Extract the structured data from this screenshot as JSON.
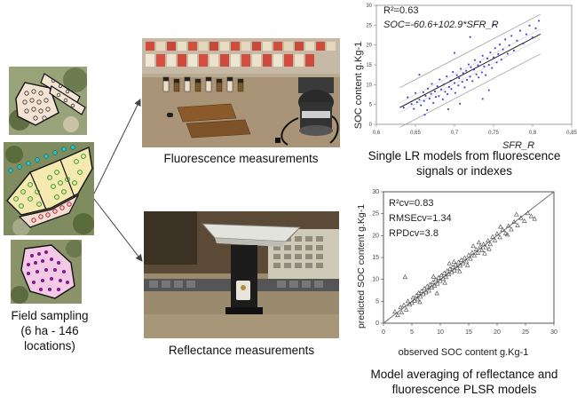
{
  "field": {
    "caption_line1": "Field sampling",
    "caption_line2": "(6 ha -  146 locations)"
  },
  "fluorescence": {
    "caption": "Fluorescence measurements"
  },
  "reflectance": {
    "caption": "Reflectance measurements"
  },
  "chart_top": {
    "r2": "R²=0.63",
    "equation": "SOC=-60.6+102.9*SFR_R",
    "caption_line1": "Single LR models from fluorescence",
    "caption_line2": "signals or indexes"
  },
  "chart_bottom": {
    "stat1": "R²cv=0.83",
    "stat2": "RMSEcv=1.34",
    "stat3": "RPDcv=3.8",
    "caption_line1": "Model averaging of reflectance and",
    "caption_line2": "fluorescence PLSR models"
  },
  "chart_data": [
    {
      "type": "scatter",
      "xlabel": "SFR_R",
      "ylabel": "SOC content g.Kg-1",
      "xlim": [
        0.6,
        0.85
      ],
      "ylim": [
        0,
        30
      ],
      "xticks": [
        "0,6",
        "0,65",
        "0,7",
        "0,75",
        "0,8",
        "0,85"
      ],
      "yticks": [
        "0",
        "5",
        "10",
        "15",
        "20",
        "25",
        "30"
      ],
      "fit": {
        "intercept": -60.6,
        "slope": 102.9,
        "x_range": [
          0.63,
          0.81
        ]
      },
      "color": "#3333cc",
      "points": [
        [
          0.635,
          4.2
        ],
        [
          0.64,
          6.8
        ],
        [
          0.645,
          5.1
        ],
        [
          0.648,
          3.9
        ],
        [
          0.65,
          7.9
        ],
        [
          0.652,
          5.6
        ],
        [
          0.655,
          6.2
        ],
        [
          0.657,
          4.8
        ],
        [
          0.66,
          8.1
        ],
        [
          0.661,
          5.9
        ],
        [
          0.663,
          7.2
        ],
        [
          0.665,
          3.6
        ],
        [
          0.666,
          9.0
        ],
        [
          0.668,
          6.5
        ],
        [
          0.67,
          7.7
        ],
        [
          0.671,
          10.2
        ],
        [
          0.673,
          5.4
        ],
        [
          0.675,
          8.3
        ],
        [
          0.676,
          6.9
        ],
        [
          0.678,
          9.6
        ],
        [
          0.68,
          7.1
        ],
        [
          0.681,
          11.3
        ],
        [
          0.683,
          8.8
        ],
        [
          0.685,
          6.3
        ],
        [
          0.686,
          10.0
        ],
        [
          0.688,
          8.2
        ],
        [
          0.69,
          12.1
        ],
        [
          0.691,
          7.6
        ],
        [
          0.693,
          9.4
        ],
        [
          0.695,
          11.0
        ],
        [
          0.696,
          8.9
        ],
        [
          0.698,
          13.2
        ],
        [
          0.7,
          10.4
        ],
        [
          0.701,
          7.9
        ],
        [
          0.703,
          12.4
        ],
        [
          0.705,
          9.8
        ],
        [
          0.706,
          11.6
        ],
        [
          0.708,
          14.0
        ],
        [
          0.71,
          10.7
        ],
        [
          0.711,
          12.9
        ],
        [
          0.713,
          9.3
        ],
        [
          0.715,
          13.5
        ],
        [
          0.716,
          11.2
        ],
        [
          0.718,
          15.1
        ],
        [
          0.72,
          12.0
        ],
        [
          0.721,
          14.4
        ],
        [
          0.723,
          10.9
        ],
        [
          0.725,
          13.8
        ],
        [
          0.726,
          16.2
        ],
        [
          0.728,
          12.6
        ],
        [
          0.73,
          14.9
        ],
        [
          0.731,
          11.8
        ],
        [
          0.733,
          15.7
        ],
        [
          0.735,
          13.1
        ],
        [
          0.736,
          17.3
        ],
        [
          0.738,
          14.6
        ],
        [
          0.74,
          12.4
        ],
        [
          0.742,
          16.6
        ],
        [
          0.744,
          15.0
        ],
        [
          0.746,
          18.1
        ],
        [
          0.748,
          14.2
        ],
        [
          0.75,
          16.9
        ],
        [
          0.752,
          19.2
        ],
        [
          0.754,
          15.6
        ],
        [
          0.756,
          17.7
        ],
        [
          0.758,
          20.1
        ],
        [
          0.76,
          16.3
        ],
        [
          0.762,
          18.9
        ],
        [
          0.765,
          21.4
        ],
        [
          0.768,
          17.8
        ],
        [
          0.77,
          19.9
        ],
        [
          0.773,
          22.3
        ],
        [
          0.776,
          18.6
        ],
        [
          0.78,
          21.1
        ],
        [
          0.784,
          23.6
        ],
        [
          0.788,
          20.4
        ],
        [
          0.792,
          22.7
        ],
        [
          0.796,
          24.9
        ],
        [
          0.8,
          21.9
        ],
        [
          0.804,
          24.2
        ],
        [
          0.808,
          26.1
        ],
        [
          0.662,
          2.4
        ],
        [
          0.692,
          3.8
        ],
        [
          0.707,
          5.2
        ],
        [
          0.72,
          22.0
        ],
        [
          0.744,
          8.6
        ],
        [
          0.75,
          25.0
        ],
        [
          0.7,
          18.0
        ],
        [
          0.655,
          12.5
        ],
        [
          0.736,
          6.4
        ]
      ]
    },
    {
      "type": "scatter",
      "xlabel": "observed SOC content g.Kg-1",
      "ylabel": "predicted SOC content g.Kg-1",
      "xlim": [
        0,
        30
      ],
      "ylim": [
        0,
        30
      ],
      "xticks": [
        "0",
        "5",
        "10",
        "15",
        "20",
        "25",
        "30"
      ],
      "yticks": [
        "0",
        "5",
        "10",
        "15",
        "20",
        "25",
        "30"
      ],
      "marker": "triangle",
      "points": [
        [
          2.0,
          2.6
        ],
        [
          2.5,
          1.8
        ],
        [
          3.0,
          3.6
        ],
        [
          3.2,
          2.4
        ],
        [
          3.6,
          4.1
        ],
        [
          4.0,
          3.1
        ],
        [
          4.3,
          5.0
        ],
        [
          4.6,
          4.2
        ],
        [
          5.0,
          4.6
        ],
        [
          5.2,
          5.8
        ],
        [
          5.5,
          5.1
        ],
        [
          5.8,
          6.3
        ],
        [
          6.0,
          5.4
        ],
        [
          6.2,
          6.9
        ],
        [
          6.5,
          6.0
        ],
        [
          6.7,
          7.3
        ],
        [
          7.0,
          6.6
        ],
        [
          7.2,
          7.9
        ],
        [
          7.5,
          7.0
        ],
        [
          7.7,
          8.4
        ],
        [
          8.0,
          7.4
        ],
        [
          8.2,
          8.8
        ],
        [
          8.5,
          8.1
        ],
        [
          8.7,
          9.3
        ],
        [
          9.0,
          8.5
        ],
        [
          9.2,
          9.9
        ],
        [
          9.5,
          9.0
        ],
        [
          9.7,
          10.4
        ],
        [
          10.0,
          9.6
        ],
        [
          10.2,
          10.9
        ],
        [
          10.5,
          10.1
        ],
        [
          10.7,
          11.4
        ],
        [
          11.0,
          10.5
        ],
        [
          11.2,
          11.9
        ],
        [
          11.5,
          11.1
        ],
        [
          11.7,
          12.4
        ],
        [
          12.0,
          11.6
        ],
        [
          12.2,
          12.8
        ],
        [
          12.5,
          12.0
        ],
        [
          12.7,
          13.3
        ],
        [
          13.0,
          12.5
        ],
        [
          13.2,
          13.9
        ],
        [
          13.5,
          13.1
        ],
        [
          13.7,
          14.4
        ],
        [
          14.0,
          13.6
        ],
        [
          14.3,
          14.9
        ],
        [
          14.6,
          14.1
        ],
        [
          15.0,
          15.5
        ],
        [
          15.3,
          14.7
        ],
        [
          15.6,
          16.1
        ],
        [
          16.0,
          15.4
        ],
        [
          16.3,
          16.8
        ],
        [
          16.6,
          16.0
        ],
        [
          17.0,
          17.4
        ],
        [
          17.3,
          16.6
        ],
        [
          17.6,
          18.0
        ],
        [
          18.0,
          17.3
        ],
        [
          18.4,
          18.8
        ],
        [
          18.8,
          18.0
        ],
        [
          19.2,
          19.7
        ],
        [
          19.6,
          18.9
        ],
        [
          20.0,
          20.4
        ],
        [
          20.5,
          19.6
        ],
        [
          21.0,
          21.3
        ],
        [
          21.5,
          20.5
        ],
        [
          22.0,
          22.2
        ],
        [
          22.5,
          21.4
        ],
        [
          23.0,
          23.1
        ],
        [
          23.6,
          22.3
        ],
        [
          24.2,
          24.0
        ],
        [
          24.8,
          23.3
        ],
        [
          25.4,
          25.1
        ],
        [
          26.0,
          24.4
        ],
        [
          26.6,
          23.8
        ],
        [
          6.4,
          4.8
        ],
        [
          8.8,
          10.6
        ],
        [
          10.8,
          9.2
        ],
        [
          12.4,
          14.0
        ],
        [
          14.8,
          13.2
        ],
        [
          16.8,
          18.4
        ],
        [
          18.6,
          16.9
        ],
        [
          20.6,
          22.0
        ],
        [
          3.8,
          10.5
        ],
        [
          9.4,
          6.8
        ],
        [
          11.6,
          13.6
        ],
        [
          13.4,
          11.8
        ],
        [
          15.8,
          17.6
        ],
        [
          17.8,
          15.9
        ],
        [
          21.8,
          20.2
        ],
        [
          23.4,
          24.8
        ]
      ]
    }
  ]
}
